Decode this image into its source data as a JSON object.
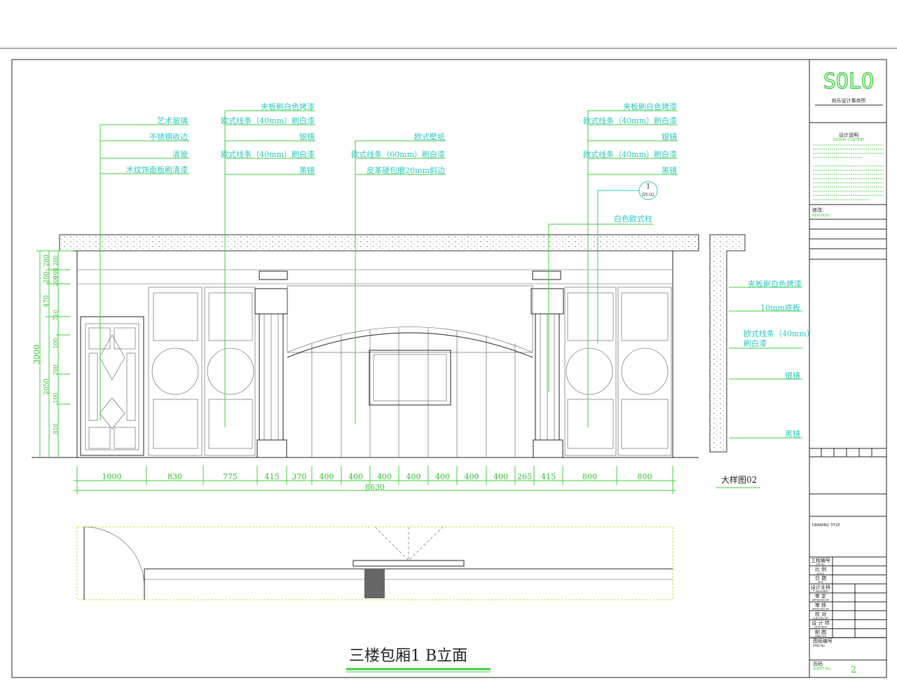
{
  "drawing": {
    "title": "三楼包厢1 B立面",
    "detail_title": "大样图02",
    "callout_number": "1",
    "callout_ref": "DY-02"
  },
  "labels_left": [
    "艺术玻璃",
    "不锈钢收边",
    "清玻",
    "木纹饰面板刷清漆"
  ],
  "labels_col1": [
    "夹板刷白色烤漆",
    "欧式线条（40mm）刷白漆",
    "银镜",
    "欧式线条（40mm）刷白漆",
    "黑镜"
  ],
  "labels_center": [
    "欧式壁纸",
    "欧式线条（60mm）刷白漆",
    "皮革硬包磨20mm斜边"
  ],
  "labels_col2": [
    "夹板刷白色烤漆",
    "欧式线条（40mm）刷白漆",
    "银镜",
    "欧式线条（40mm）刷白漆",
    "黑镜"
  ],
  "label_column": "白色欧式柱",
  "labels_detail": [
    "夹板刷白色烤漆",
    "10mm底板",
    "欧式线条（40mm）",
    "刷白漆",
    "银镜",
    "黑镜"
  ],
  "dims_bottom": [
    "1000",
    "830",
    "775",
    "415",
    "370",
    "400",
    "400",
    "400",
    "400",
    "400",
    "400",
    "400",
    "265",
    "415",
    "800",
    "800"
  ],
  "dim_total": "8630",
  "dims_left_outer": "3000",
  "dims_left_mid": [
    "280",
    "200",
    "470",
    "2050"
  ],
  "dims_left_inner": [
    "280",
    "100",
    "200",
    "710",
    "100",
    "700",
    "100",
    "810"
  ],
  "title_block": {
    "logo": "SOLO",
    "company": "尚乐设计事务所",
    "notes_title": "设计说明",
    "notes_subtitle": "DESIGN CONTENT",
    "revision_label": "修改:",
    "revision_sub": "REVISION",
    "drawing_title_label": "DRAWING TITLE",
    "rows": [
      {
        "cn": "工程编号",
        "en": "JOB No."
      },
      {
        "cn": "比 例",
        "en": "SCALE"
      },
      {
        "cn": "日 期",
        "en": "DATE"
      },
      {
        "cn": "设计主持",
        "en": "P. DESIGNER"
      },
      {
        "cn": "审 定",
        "en": "APPROVED BY"
      },
      {
        "cn": "审 核",
        "en": "APPROVED BY"
      },
      {
        "cn": "校 对",
        "en": "CHECKED BY"
      },
      {
        "cn": "设 计 师",
        "en": "DESIGNER"
      },
      {
        "cn": "制 图",
        "en": "DRAFTER"
      }
    ],
    "dwg_no_label": "图纸编号",
    "dwg_no_sub": "DWG No.",
    "sheet_label": "页码",
    "sheet_sub": "SHEET No.",
    "sheet_no": "2"
  }
}
